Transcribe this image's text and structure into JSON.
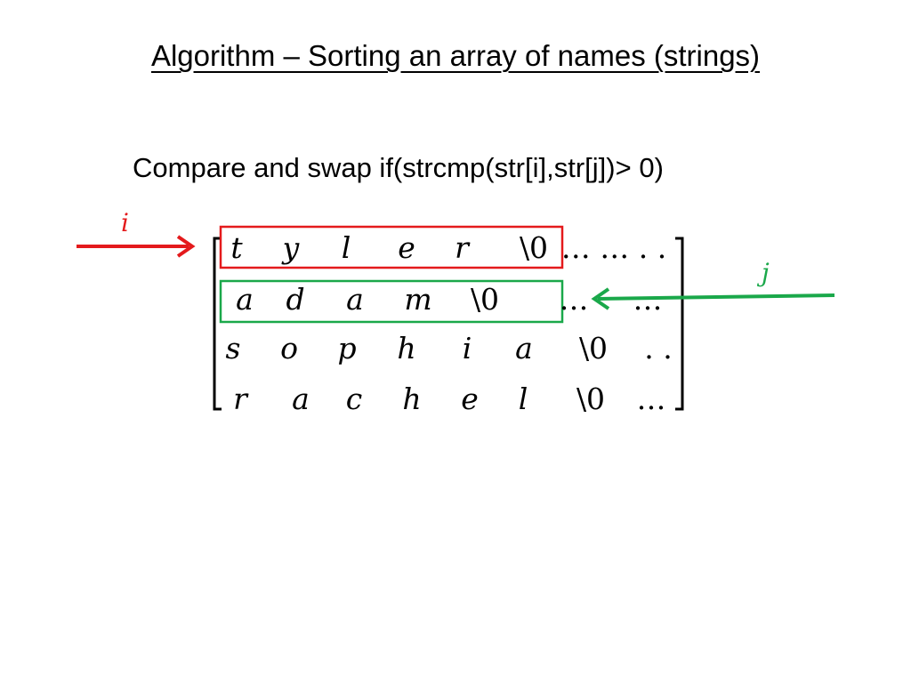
{
  "slide": {
    "title": "Algorithm – Sorting an array of names (strings)",
    "subtitle": "Compare and swap if(strcmp(str[i],str[j])> 0)"
  },
  "pointers": {
    "i": {
      "label": "i",
      "color": "#e41a1c",
      "row": 0
    },
    "j": {
      "label": "j",
      "color": "#1aa84a",
      "row": 1
    }
  },
  "matrix": {
    "rows": [
      [
        "t",
        "y",
        "l",
        "e",
        "r",
        "\\0",
        "… … . ."
      ],
      [
        "a",
        "d",
        "a",
        "m",
        "\\0",
        "…",
        "…"
      ],
      [
        "s",
        "o",
        "p",
        "h",
        "i",
        "a",
        "\\0",
        ". ."
      ],
      [
        "r",
        "a",
        "c",
        "h",
        "e",
        "l",
        "\\0",
        "…"
      ]
    ]
  }
}
